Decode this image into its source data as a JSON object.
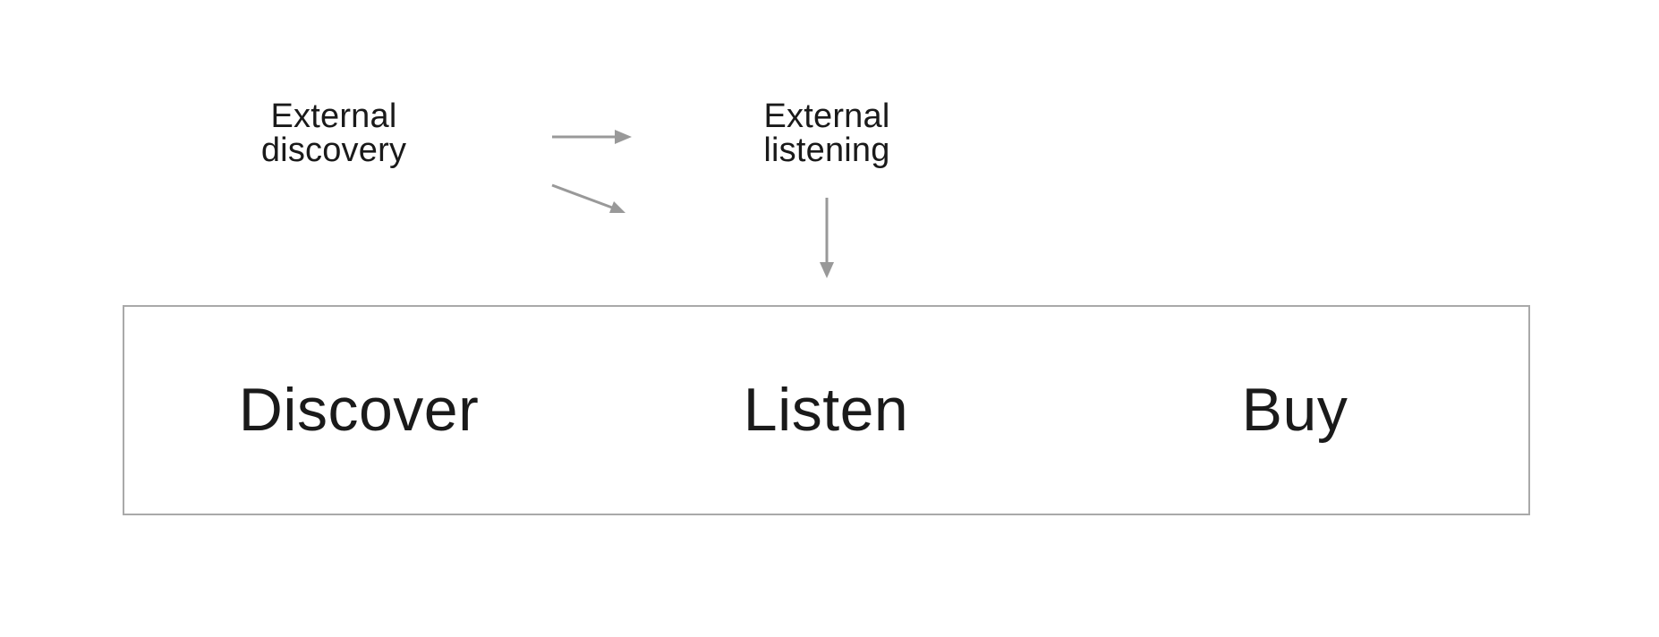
{
  "diagram": {
    "colors": {
      "background": "#ffffff",
      "text": "#1a1a1a",
      "arrow": "#999999",
      "box_border": "#a9a9a9"
    },
    "external_sources": [
      {
        "label": "External discovery"
      },
      {
        "label": "External listening"
      }
    ],
    "funnel": {
      "steps": [
        {
          "label": "Discover"
        },
        {
          "label": "Listen"
        },
        {
          "label": "Buy"
        }
      ]
    },
    "arrows": [
      {
        "name": "external-discovery-to-external-listening",
        "direction": "right"
      },
      {
        "name": "external-discovery-to-funnel",
        "direction": "down-right"
      },
      {
        "name": "external-listening-to-funnel",
        "direction": "down"
      },
      {
        "name": "discover-to-listen",
        "direction": "right"
      },
      {
        "name": "listen-to-buy",
        "direction": "right"
      }
    ]
  }
}
